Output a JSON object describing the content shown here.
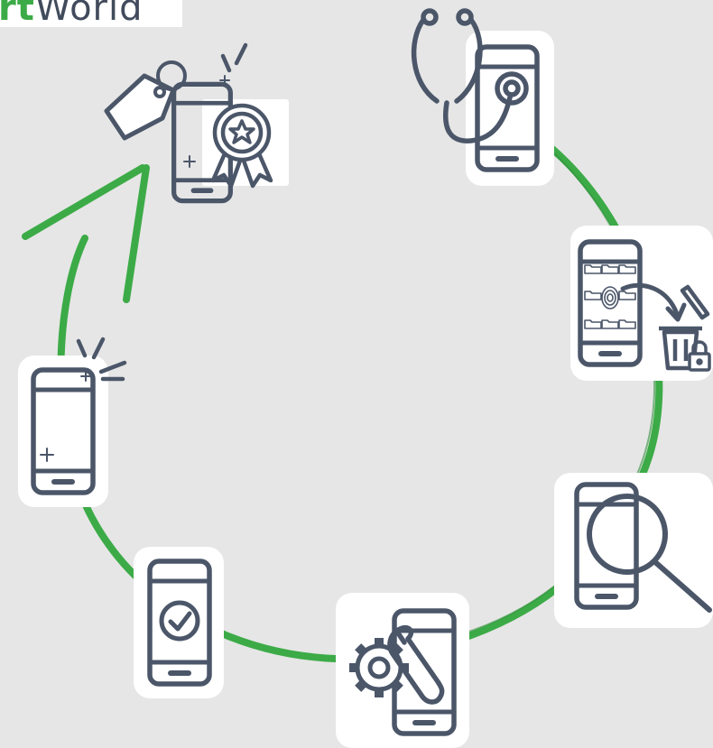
{
  "logo": {
    "part1": "rt",
    "part2": "World"
  },
  "colors": {
    "background": "#e6e6e6",
    "icon_stroke": "#4b5669",
    "cycle_arrow": "#3cab47",
    "card": "#ffffff"
  },
  "cycle": [
    {
      "step": "sale",
      "icons": [
        "smartphone-icon",
        "price-tag-icon",
        "award-ribbon-icon",
        "sparkle-icon"
      ]
    },
    {
      "step": "diagnosis",
      "icons": [
        "smartphone-icon",
        "stethoscope-icon"
      ]
    },
    {
      "step": "data-erasure",
      "icons": [
        "smartphone-icon",
        "folder-icon",
        "fingerprint-icon",
        "trash-bin-icon",
        "padlock-icon"
      ]
    },
    {
      "step": "inspection",
      "icons": [
        "smartphone-icon",
        "magnifier-icon"
      ]
    },
    {
      "step": "repair",
      "icons": [
        "smartphone-icon",
        "gear-icon",
        "wrench-icon"
      ]
    },
    {
      "step": "quality-check",
      "icons": [
        "smartphone-icon",
        "check-circle-icon"
      ]
    },
    {
      "step": "refurbished",
      "icons": [
        "smartphone-icon",
        "sparkle-icon"
      ]
    }
  ]
}
